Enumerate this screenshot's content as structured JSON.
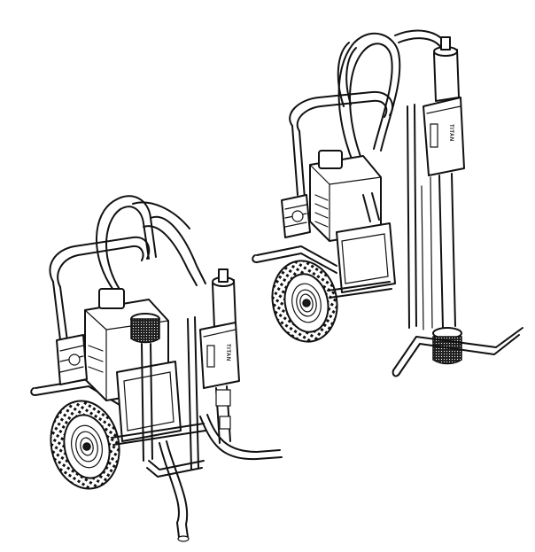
{
  "figure": {
    "type": "technical-line-illustration",
    "subject": "airless paint sprayer on wheeled cart",
    "views": [
      {
        "id": "front-view",
        "position": "lower-left",
        "brand_label": "TITAN",
        "components": [
          "frame-handle",
          "suction-hose",
          "return-hose",
          "engine",
          "pump",
          "filter-knob",
          "wheel",
          "pressure-gauge"
        ]
      },
      {
        "id": "rear-view",
        "position": "upper-right",
        "brand_label": "TITAN",
        "components": [
          "frame-handle",
          "suction-hose",
          "return-hose",
          "engine",
          "pump",
          "filter-strainer",
          "wheel",
          "hopper-panel"
        ]
      }
    ]
  },
  "colors": {
    "line": "#111111",
    "background": "#ffffff"
  }
}
